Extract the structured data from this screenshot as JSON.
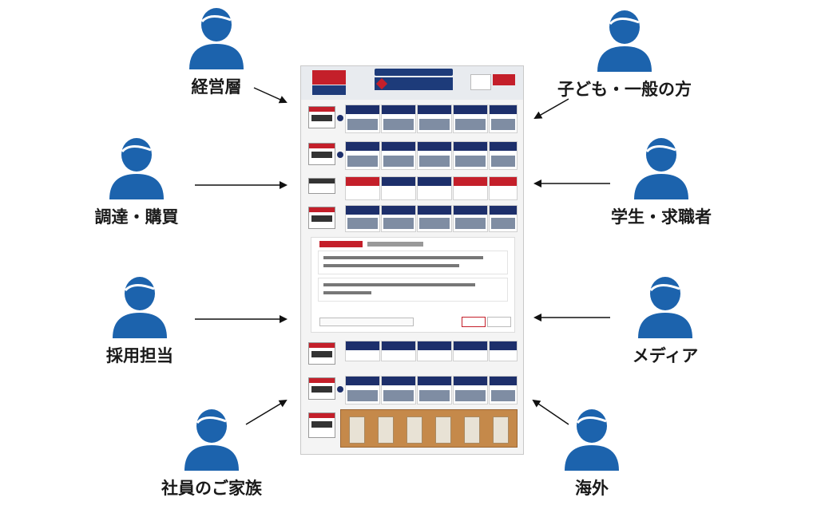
{
  "personas": {
    "executives": {
      "label": "経営層",
      "icon": "person-icon"
    },
    "procurement": {
      "label": "調達・購買",
      "icon": "person-icon"
    },
    "recruiting": {
      "label": "採用担当",
      "icon": "person-icon"
    },
    "employee_family": {
      "label": "社員のご家族",
      "icon": "person-icon"
    },
    "children_public": {
      "label": "子ども・一般の方",
      "icon": "person-icon"
    },
    "students_jobseekers": {
      "label": "学生・求職者",
      "icon": "person-icon"
    },
    "media": {
      "label": "メディア",
      "icon": "person-icon"
    },
    "overseas": {
      "label": "海外",
      "icon": "person-icon"
    }
  },
  "colors": {
    "person": "#1c63ad",
    "accent_red": "#c41f2a",
    "navy": "#1d2f6b",
    "arrow": "#111111"
  }
}
